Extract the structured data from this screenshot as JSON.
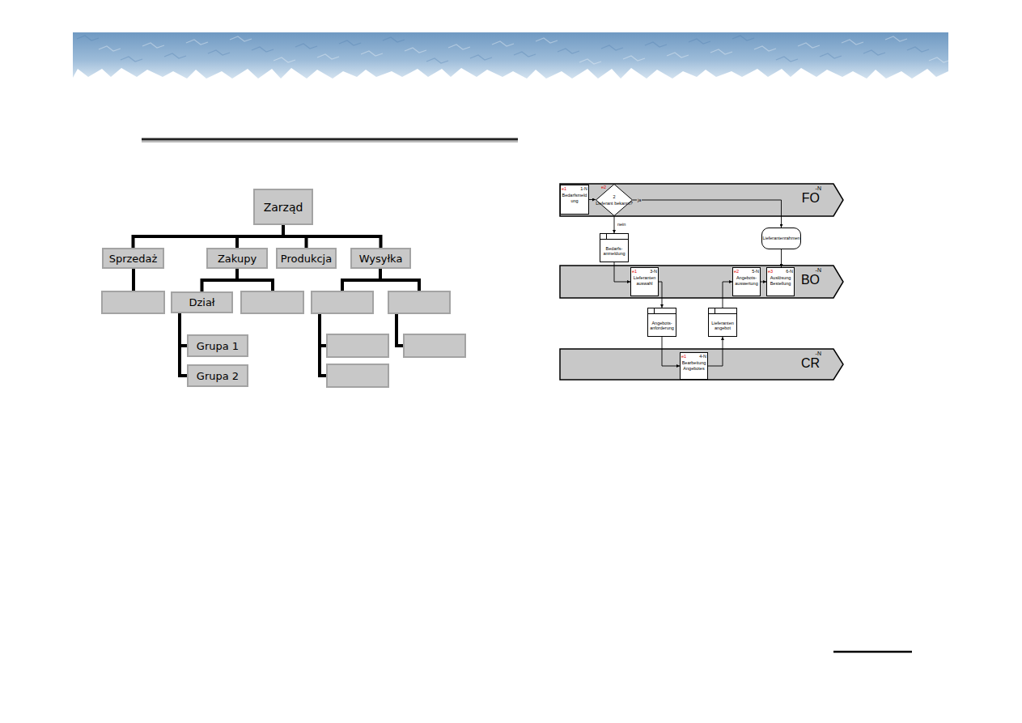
{
  "diagram": {
    "nodes": [
      {
        "text": [
          "Zarząd"
        ]
      },
      {
        "text": [
          "Sprzedaż"
        ]
      },
      {
        "text": [
          "Zakupy"
        ]
      },
      {
        "text": [
          "Produkcja"
        ]
      },
      {
        "text": [
          "Wysyłka"
        ]
      },
      {
        "text": [
          "Dział"
        ]
      },
      {
        "text": [
          "Grupa 1"
        ]
      },
      {
        "text": [
          "Grupa 2"
        ]
      },
      {
        "text": [
          "-N",
          "FO"
        ]
      },
      {
        "text": [
          "e1",
          "1-N",
          "Bedarfsmeld ung"
        ],
        "in": 8
      },
      {
        "text": [
          "e2",
          "2",
          "Lieferant bekannt?"
        ],
        "in": 8
      },
      {
        "text": [
          "Bedarfs- anmeldung"
        ]
      },
      {
        "text": [
          "Lieferantenrahmen"
        ]
      },
      {
        "text": [
          "-N",
          "BO"
        ]
      },
      {
        "text": [
          "e1",
          "3-N",
          "Lieferanten auswahl"
        ],
        "in": 13
      },
      {
        "text": [
          "e2",
          "5-N",
          "Angebots- auswertung"
        ],
        "in": 13
      },
      {
        "text": [
          "e3",
          "6-N",
          "Auslösung Bestellung"
        ],
        "in": 13
      },
      {
        "text": [
          "Angebots- anforderung"
        ]
      },
      {
        "text": [
          "Lieferanten angebot"
        ]
      },
      {
        "text": [
          "-N",
          "CR"
        ]
      },
      {
        "text": [
          "e1",
          "4-N",
          "Bearbeitung Angebotes"
        ],
        "in": 19
      }
    ],
    "edges": [
      {
        "from": 0,
        "to": 1,
        "arrow": "none"
      },
      {
        "from": 0,
        "to": 2,
        "arrow": "none"
      },
      {
        "from": 0,
        "to": 3,
        "arrow": "none"
      },
      {
        "from": 0,
        "to": 4,
        "arrow": "none"
      },
      {
        "from": 2,
        "to": 5,
        "arrow": "none"
      },
      {
        "from": 5,
        "to": 6,
        "arrow": "none"
      },
      {
        "from": 5,
        "to": 7,
        "arrow": "none"
      },
      {
        "from": 9,
        "to": 10,
        "arrow": "to"
      },
      {
        "from": 10,
        "to": 11,
        "label": "nein",
        "arrow": "to"
      },
      {
        "from": 10,
        "to": 12,
        "label": "ja",
        "arrow": "to"
      },
      {
        "from": 12,
        "to": 16,
        "arrow": "to"
      },
      {
        "from": 11,
        "to": 14,
        "arrow": "to"
      },
      {
        "from": 14,
        "to": 17,
        "arrow": "to"
      },
      {
        "from": 17,
        "to": 20,
        "arrow": "to"
      },
      {
        "from": 20,
        "to": 18,
        "arrow": "to"
      },
      {
        "from": 18,
        "to": 15,
        "arrow": "to"
      },
      {
        "from": 15,
        "to": 16,
        "arrow": "to"
      }
    ]
  }
}
